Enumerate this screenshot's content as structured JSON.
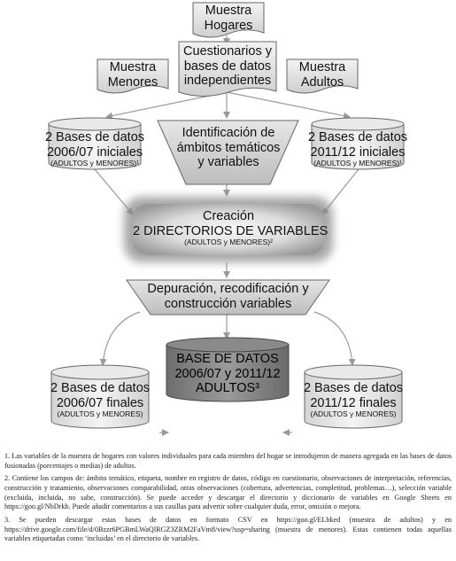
{
  "nodes": {
    "muestra_hogares": "Muestra Hogares",
    "muestra_menores": "Muestra Menores",
    "muestra_adultos": "Muestra Adultos",
    "cuestionarios": "Cuestionarios y bases de datos independientes",
    "bases_iniciales_0607": {
      "title": "2 Bases de datos 2006/07 iniciales",
      "sub": "(ADULTOS y MENORES)¹"
    },
    "identificacion": "Identificación de ámbitos temáticos y variables",
    "bases_iniciales_1112": {
      "title": "2 Bases de datos 2011/12 iniciales",
      "sub": "(ADULTOS y MENORES)¹"
    },
    "creacion": {
      "line1": "Creación",
      "line2": "2 DIRECTORIOS DE VARIABLES",
      "sub": "(ADULTOS y MENORES)²"
    },
    "depuracion": "Depuración, recodificación y construcción variables",
    "base_datos_adultos": "BASE DE DATOS 2006/07 y 2011/12 ADULTOS³",
    "bases_finales_0607": {
      "title": "2 Bases de datos 2006/07 finales",
      "sub": "(ADULTOS y MENORES)"
    },
    "bases_finales_1112": {
      "title": "2 Bases de datos 2011/12 finales",
      "sub": "(ADULTOS y MENORES)"
    }
  },
  "notes": [
    "1. Las variables de la muestra de hogares con valores individuales para cada miembro del hogar se introdujeron de manera agregada en las bases de datos fusionadas (porcentajes o medias) de adultos.",
    "2. Contiene los campos de: ámbito temático, etiqueta, nombre en registro de datos, código en cuestionario, observaciones de interpretación, referencias, construcción y tratamiento, observaciones comparabilidad, otras observaciones (cobertura, advertencias, completitud, problemas…), selección variable (excluida, incluida, no sabe, construcción). Se puede acceder y descargar el directorio y diccionario de variables en Google Sheets en https://goo.gl/NbDrkb. Puede añadir comentarios a sus casillas para advertir sobre cualquier duda, error, omisión o mejora.",
    "3. Se pueden descargar estas bases de datos en formato CSV en https://goo.gl/ELbked (muestra de adultos) y en https://drive.google.com/file/d/0Bzzr6PGBmLWaQlRGZ3ZRM2FaVm8/view?usp=sharing (muestra de menores). Estas contienen todas aquellas variables etiquetadas como ‘incluidas’ en el directorio de variables."
  ]
}
